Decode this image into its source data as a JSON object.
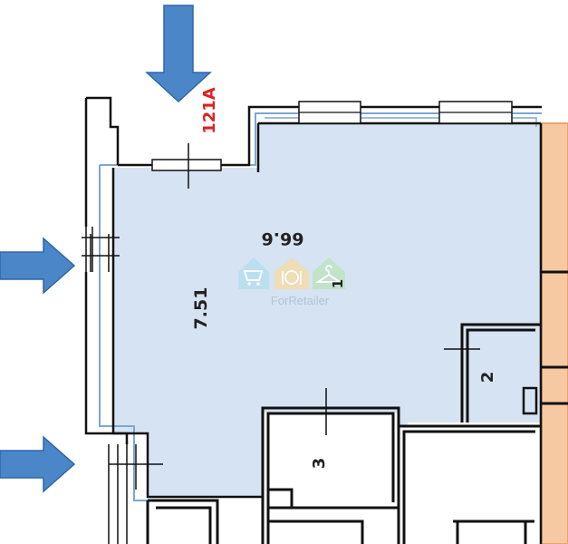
{
  "plan": {
    "unit_id": "121A",
    "area_label": "66.6",
    "dimension_label": "7.51",
    "room_labels": [
      "1",
      "2",
      "3"
    ]
  },
  "watermark": {
    "text": "ForRetailer"
  },
  "colors": {
    "room_fill": "#d6e3f3",
    "room_outline": "#7fa7d0",
    "wall": "#111111",
    "arrow": "#4a86c8",
    "arrow_stroke": "#2f66a8",
    "unit_label": "#e02020",
    "adjacent_fill": "#f6c9a3",
    "adjacent_stroke": "#e9a56f",
    "wm_cart": "#b8dff0",
    "wm_food": "#f4dcaa",
    "wm_fashion": "#bfe3c4"
  },
  "icons": {
    "arrows": [
      "arrow-down-icon",
      "arrow-right-icon",
      "arrow-right-icon"
    ],
    "watermark": [
      "shopping-cart-icon",
      "dining-icon",
      "hanger-icon"
    ]
  }
}
